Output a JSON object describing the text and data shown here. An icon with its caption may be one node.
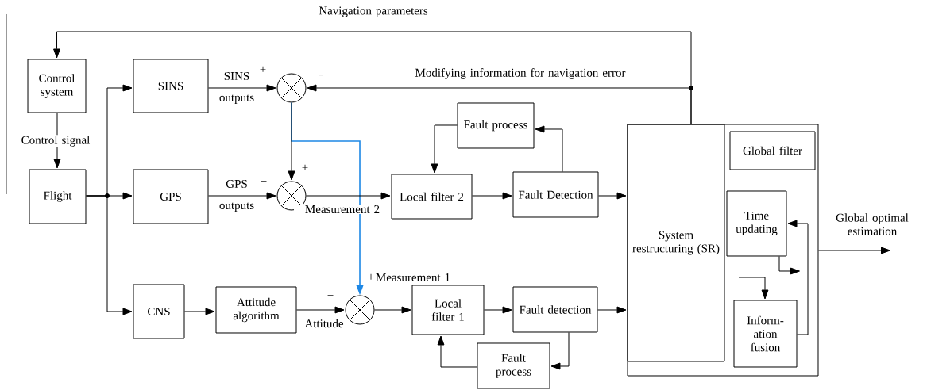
{
  "diagram": {
    "nodes": [
      {
        "text": [
          "Control system"
        ]
      },
      {
        "text": [
          "SINS"
        ]
      },
      {
        "text": [],
        "shape": "circle"
      },
      {
        "text": [
          "Flight"
        ]
      },
      {
        "text": [
          "GPS"
        ]
      },
      {
        "text": [],
        "shape": "circle"
      },
      {
        "text": [
          "Fault process"
        ]
      },
      {
        "text": [
          "Local filter 2"
        ]
      },
      {
        "text": [
          "Fault Detection"
        ]
      },
      {
        "text": [],
        "shape": "box"
      },
      {
        "text": [
          "System restructuring (SR)"
        ],
        "in": 9
      },
      {
        "text": [
          "Global filter"
        ],
        "in": 9
      },
      {
        "text": [
          "Time updating"
        ],
        "in": 9
      },
      {
        "text": [
          "Inform-ation fusion"
        ],
        "in": 9
      },
      {
        "text": [
          "CNS"
        ]
      },
      {
        "text": [
          "Attitude algorithm"
        ]
      },
      {
        "text": [],
        "shape": "circle"
      },
      {
        "text": [
          "Local filter 1"
        ]
      },
      {
        "text": [
          "Fault detection"
        ]
      },
      {
        "text": [
          "Fault process"
        ]
      }
    ],
    "edges": [
      {
        "from": 9,
        "to": 0,
        "arrow": "to",
        "label": "Navigation parameters"
      },
      {
        "from": 9,
        "to": 2,
        "arrow": "to",
        "label": "Modifying information for navigation error"
      },
      {
        "from": 0,
        "to": 3,
        "arrow": "to",
        "label": "Control signal"
      },
      {
        "from": 3,
        "to": 1,
        "arrow": "to"
      },
      {
        "from": 3,
        "to": 4,
        "arrow": "to"
      },
      {
        "from": 3,
        "to": 14,
        "arrow": "to"
      },
      {
        "from": 1,
        "to": 2,
        "arrow": "to",
        "label": "SINS outputs"
      },
      {
        "from": 4,
        "to": 5,
        "arrow": "to",
        "label": "GPS outputs"
      },
      {
        "from": 2,
        "to": 16,
        "arrow": "to",
        "color": "#1e88e5"
      },
      {
        "from": 2,
        "to": 5,
        "arrow": "to"
      },
      {
        "from": 5,
        "to": 7,
        "arrow": "to",
        "label": "Measurement 2"
      },
      {
        "from": 7,
        "to": 8,
        "arrow": "to"
      },
      {
        "from": 8,
        "to": 6,
        "arrow": "to"
      },
      {
        "from": 6,
        "to": 7,
        "arrow": "to"
      },
      {
        "from": 8,
        "to": 10,
        "arrow": "to"
      },
      {
        "from": 14,
        "to": 15,
        "arrow": "to"
      },
      {
        "from": 15,
        "to": 16,
        "arrow": "to",
        "label": "Attitude"
      },
      {
        "from": 16,
        "to": 17,
        "arrow": "to",
        "label": "Measurement 1"
      },
      {
        "from": 17,
        "to": 18,
        "arrow": "to"
      },
      {
        "from": 18,
        "to": 19,
        "arrow": "to"
      },
      {
        "from": 19,
        "to": 17,
        "arrow": "to"
      },
      {
        "from": 18,
        "to": 10,
        "arrow": "to"
      },
      {
        "from": 13,
        "to": 12,
        "arrow": "to"
      },
      {
        "from": 12,
        "to": null,
        "arrow": "to"
      },
      {
        "from": null,
        "to": 13,
        "arrow": "to"
      },
      {
        "from": 9,
        "to": null,
        "arrow": "to",
        "label": "Global optimal estimation"
      }
    ],
    "labels": [
      "+",
      "−",
      "+",
      "−",
      "+",
      "−"
    ]
  }
}
